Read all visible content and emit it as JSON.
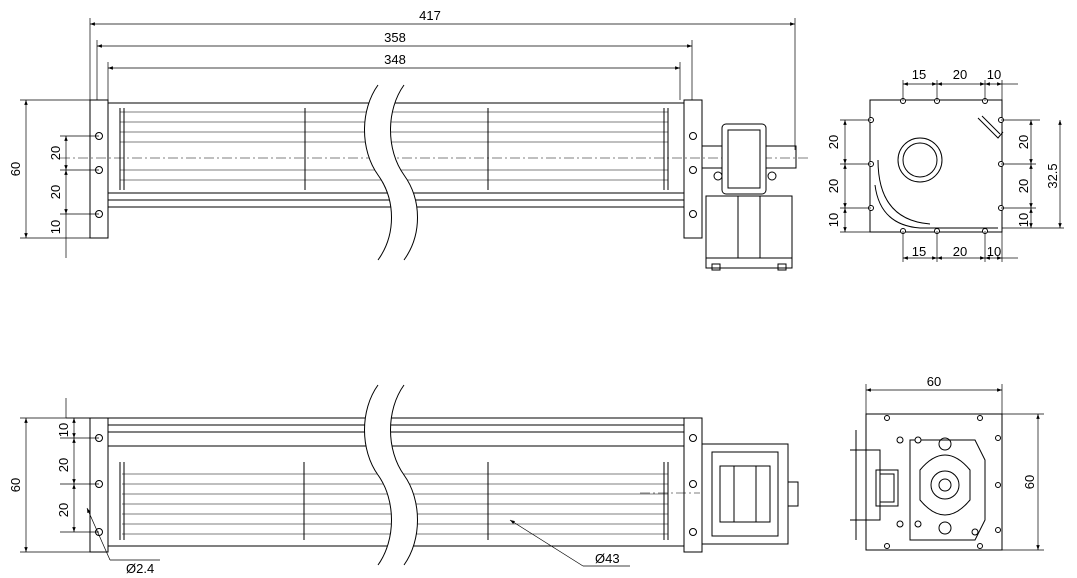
{
  "top_view": {
    "dim_overall": "417",
    "dim_mid": "358",
    "dim_inner": "348",
    "dim_height": "60",
    "dim_hole_1": "20",
    "dim_hole_2": "20",
    "dim_hole_3": "10"
  },
  "end_view_top": {
    "dim_top_1": "15",
    "dim_top_2": "20",
    "dim_top_3": "10",
    "dim_left_1": "20",
    "dim_left_2": "20",
    "dim_left_3": "10",
    "dim_right_1": "20",
    "dim_right_2": "20",
    "dim_right_3": "10",
    "dim_right_total": "32.5",
    "dim_bottom_1": "15",
    "dim_bottom_2": "20",
    "dim_bottom_3": "10"
  },
  "front_view": {
    "dim_height": "60",
    "dim_hole_1": "10",
    "dim_hole_2": "20",
    "dim_hole_3": "20",
    "hole_diameter": "Ø2.4",
    "rotor_diameter": "Ø43"
  },
  "motor_view": {
    "dim_width": "60",
    "dim_height": "60"
  }
}
